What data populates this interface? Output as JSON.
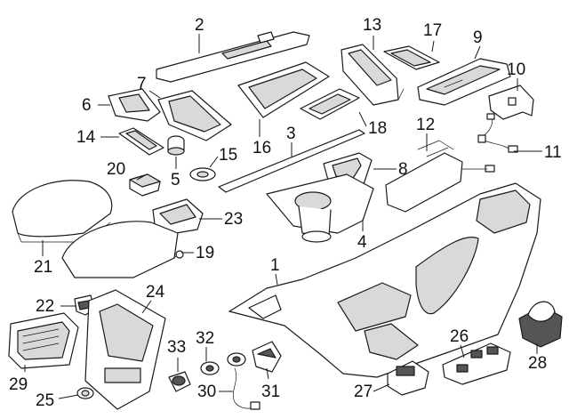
{
  "diagram": {
    "callouts": [
      {
        "id": "c1",
        "text": "1"
      },
      {
        "id": "c2",
        "text": "2"
      },
      {
        "id": "c3",
        "text": "3"
      },
      {
        "id": "c4",
        "text": "4"
      },
      {
        "id": "c5",
        "text": "5"
      },
      {
        "id": "c6",
        "text": "6"
      },
      {
        "id": "c7",
        "text": "7"
      },
      {
        "id": "c8",
        "text": "8"
      },
      {
        "id": "c9",
        "text": "9"
      },
      {
        "id": "c10",
        "text": "10"
      },
      {
        "id": "c11",
        "text": "11"
      },
      {
        "id": "c12",
        "text": "12"
      },
      {
        "id": "c13",
        "text": "13"
      },
      {
        "id": "c14",
        "text": "14"
      },
      {
        "id": "c15",
        "text": "15"
      },
      {
        "id": "c16",
        "text": "16"
      },
      {
        "id": "c17",
        "text": "17"
      },
      {
        "id": "c18",
        "text": "18"
      },
      {
        "id": "c19",
        "text": "19"
      },
      {
        "id": "c20",
        "text": "20"
      },
      {
        "id": "c21",
        "text": "21"
      },
      {
        "id": "c22",
        "text": "22"
      },
      {
        "id": "c23",
        "text": "23"
      },
      {
        "id": "c24",
        "text": "24"
      },
      {
        "id": "c25",
        "text": "25"
      },
      {
        "id": "c26",
        "text": "26"
      },
      {
        "id": "c27",
        "text": "27"
      },
      {
        "id": "c28",
        "text": "28"
      },
      {
        "id": "c29",
        "text": "29"
      },
      {
        "id": "c30",
        "text": "30"
      },
      {
        "id": "c31",
        "text": "31"
      },
      {
        "id": "c32",
        "text": "32"
      },
      {
        "id": "c33",
        "text": "33"
      }
    ]
  }
}
